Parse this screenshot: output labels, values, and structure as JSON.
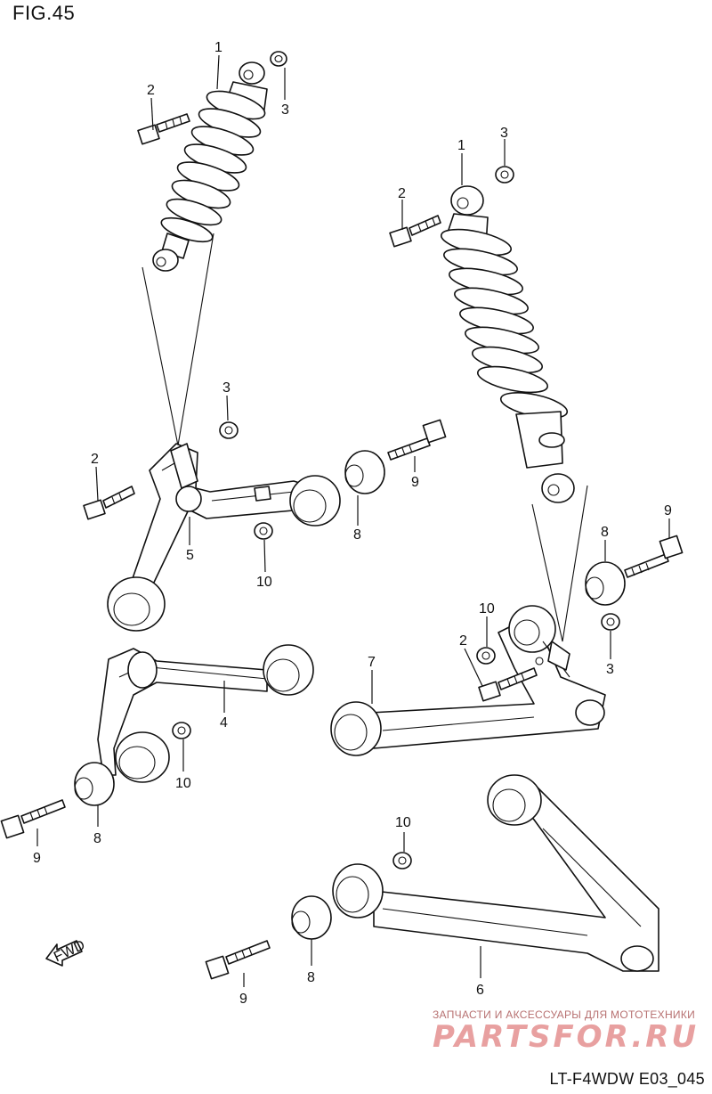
{
  "figure": {
    "title": "FIG.45",
    "code": "LT-F4WDW E03_045",
    "fwd_label": "FWD"
  },
  "watermark": {
    "tagline": "ЗАПЧАСТИ И АКСЕССУАРЫ ДЛЯ МОТОТЕХНИКИ",
    "logo": "PARTSFOR.RU"
  },
  "callouts": [
    {
      "id": "c1a",
      "label": "1"
    },
    {
      "id": "c2a",
      "label": "2"
    },
    {
      "id": "c3a",
      "label": "3"
    },
    {
      "id": "c1b",
      "label": "1"
    },
    {
      "id": "c3b",
      "label": "3"
    },
    {
      "id": "c2b",
      "label": "2"
    },
    {
      "id": "c3c",
      "label": "3"
    },
    {
      "id": "c2c",
      "label": "2"
    },
    {
      "id": "c9a",
      "label": "9"
    },
    {
      "id": "c5",
      "label": "5"
    },
    {
      "id": "c8a",
      "label": "8"
    },
    {
      "id": "c10a",
      "label": "10"
    },
    {
      "id": "c9b",
      "label": "9"
    },
    {
      "id": "c8b",
      "label": "8"
    },
    {
      "id": "c10b",
      "label": "10"
    },
    {
      "id": "c2d",
      "label": "2"
    },
    {
      "id": "c3d",
      "label": "3"
    },
    {
      "id": "c7",
      "label": "7"
    },
    {
      "id": "c4",
      "label": "4"
    },
    {
      "id": "c10c",
      "label": "10"
    },
    {
      "id": "c9c",
      "label": "9"
    },
    {
      "id": "c8c",
      "label": "8"
    },
    {
      "id": "c10d",
      "label": "10"
    },
    {
      "id": "c8d",
      "label": "8"
    },
    {
      "id": "c9d",
      "label": "9"
    },
    {
      "id": "c6",
      "label": "6"
    }
  ]
}
